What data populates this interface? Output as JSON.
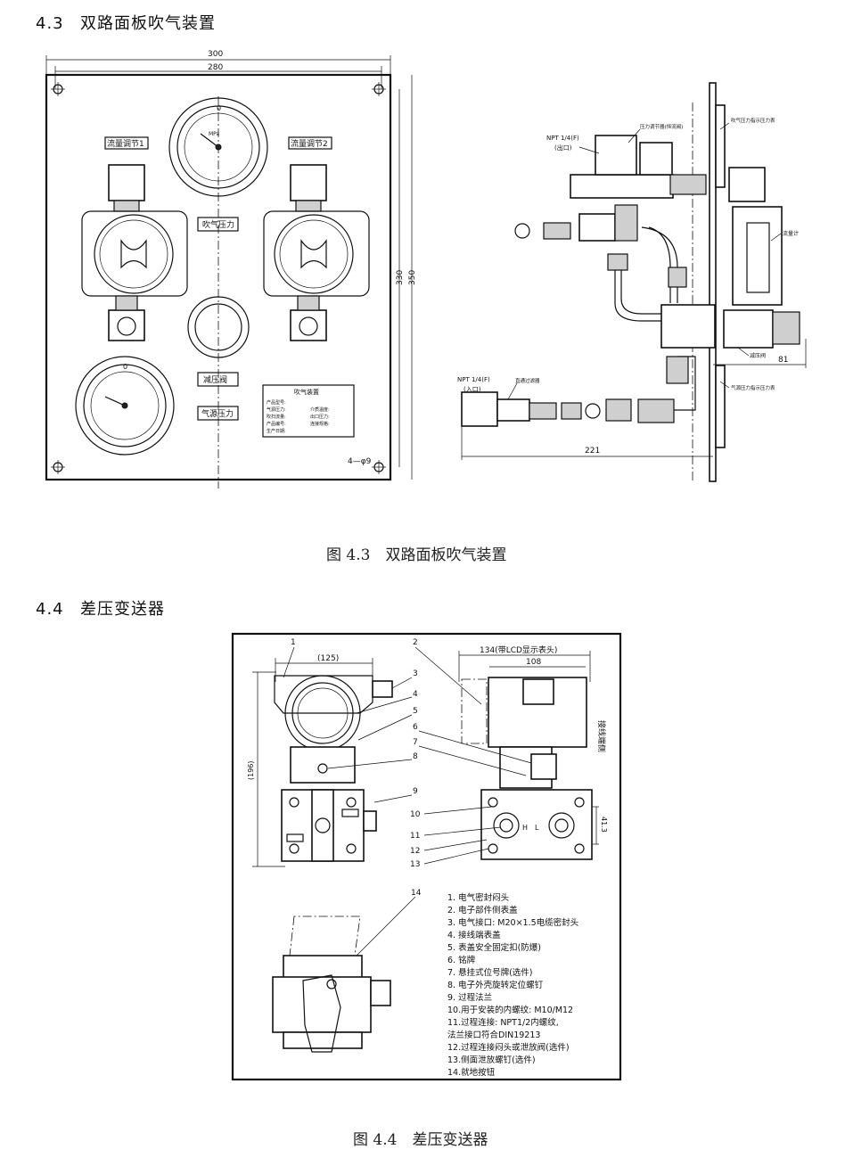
{
  "section_4_3": {
    "number": "4.3",
    "title": "双路面板吹气装置"
  },
  "figure_4_3": {
    "caption": "图 4.3　双路面板吹气装置",
    "panel": {
      "dim_300": "300",
      "dim_280": "280",
      "dim_330": "330",
      "dim_350": "350",
      "holes": "4—φ9",
      "flow_label_1": "流量调节1",
      "flow_label_2": "流量调节2",
      "purge_pressure": "吹气压力",
      "reducer": "减压阀",
      "source_pressure": "气源压力",
      "gauge_unit": "MPa",
      "nameplate": {
        "title": "吹气装置",
        "left_fields": [
          "产品型号:",
          "气源压力:",
          "吹扫流量:",
          "产品编号:",
          "生产日期:"
        ],
        "right_fields": [
          "介质温度:",
          "出口压力:",
          "连接规格:"
        ]
      }
    },
    "side": {
      "npt_out": "NPT 1/4(F)",
      "outlet": "(出口)",
      "npt_in": "NPT 1/4(F)",
      "inlet": "(入口)",
      "pressure_regulator": "压力调节器(恒流阀)",
      "purge_gauge": "吹气压力指示压力表",
      "flowmeter": "流量计",
      "reducer": "减压阀",
      "source_gauge": "气源压力指示压力表",
      "filter": "直通过滤器",
      "dim_81": "81",
      "dim_221": "221"
    }
  },
  "section_4_4": {
    "number": "4.4",
    "title": "差压变送器"
  },
  "figure_4_4": {
    "caption": "图 4.4　差压变送器",
    "dim_125": "(125)",
    "dim_196": "(196)",
    "dim_134": "134(带LCD显示表头)",
    "dim_108": "108",
    "dim_41_3": "41.3",
    "wiring_side": "接线端侧",
    "callouts": [
      "1",
      "2",
      "3",
      "4",
      "5",
      "6",
      "7",
      "8",
      "9",
      "10",
      "11",
      "12",
      "13",
      "14"
    ],
    "legend": [
      "1. 电气密封闷头",
      "2. 电子部件侧表盖",
      "3. 电气接口: M20×1.5电缆密封头",
      "4. 接线端表盖",
      "5. 表盖安全固定扣(防爆)",
      "6. 铭牌",
      "7. 悬挂式位号牌(选件)",
      "8. 电子外壳旋转定位螺钉",
      "9. 过程法兰",
      "10.用于安装的内螺纹: M10/M12",
      "11.过程连接: NPT1/2内螺纹,",
      "   法兰接口符合DIN19213",
      "12.过程连接闷头或泄放阀(选件)",
      "13.侧面泄放螺钉(选件)",
      "14.就地按钮"
    ]
  }
}
